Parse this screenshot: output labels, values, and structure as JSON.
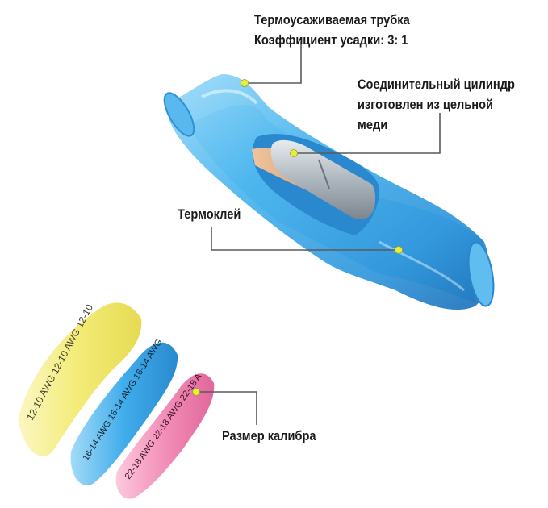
{
  "labels": {
    "heat_shrink": {
      "line1": "Термоусаживаемая трубка",
      "line2": "Коэффициент усадки: 3: 1"
    },
    "connector": {
      "line1": "Соединительный цилиндр",
      "line2": "изготовлен из цельной",
      "line3": "меди"
    },
    "adhesive": {
      "line1": "Термоклей"
    },
    "gauge": {
      "line1": "Размер калибра"
    }
  },
  "connectors": [
    {
      "color": "yellow",
      "marking": "12-10 AWG  12-10 AWG  12-10"
    },
    {
      "color": "blue",
      "marking": "16-14 AWG  16-14 AWG  16-14 AWG"
    },
    {
      "color": "red",
      "marking": "22-18 AWG  22-18 AWG  22-18 A"
    }
  ],
  "colors": {
    "tube_blue": "#3aa8e6",
    "tube_blue_dark": "#1f7fc4",
    "tube_blue_light": "#8fd3f7",
    "copper": "#d9a57e",
    "silver": "#b9c1c9",
    "callout_line": "#5a5a5a",
    "callout_dot": "#e8ee3a",
    "yellow_tube": "#f2ec7a",
    "blue_tube": "#35a9ea",
    "pink_tube": "#f08ab4"
  }
}
